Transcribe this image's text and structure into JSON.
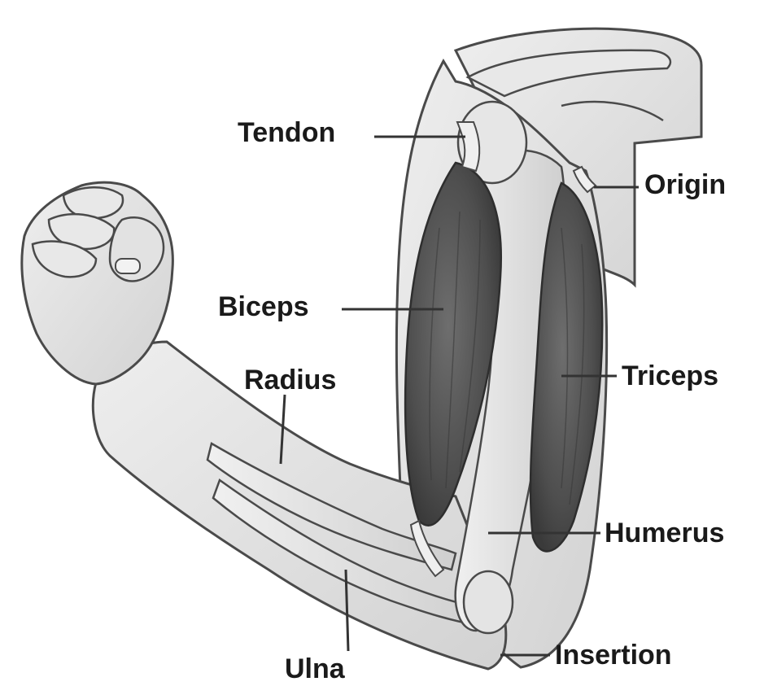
{
  "labels": {
    "tendon": "Tendon",
    "origin": "Origin",
    "biceps": "Biceps",
    "radius": "Radius",
    "triceps": "Triceps",
    "humerus": "Humerus",
    "insertion": "Insertion",
    "ulna": "Ulna"
  },
  "colors": {
    "background": "#ffffff",
    "skin": "#e6e6e6",
    "skin_shadow": "#c9c9c9",
    "outline": "#4a4a4a",
    "muscle": "#505050",
    "muscle_highlight": "#6e6e6e",
    "bone": "#e0e0e0",
    "leader_line": "#333333",
    "label_text": "#1a1a1a"
  }
}
